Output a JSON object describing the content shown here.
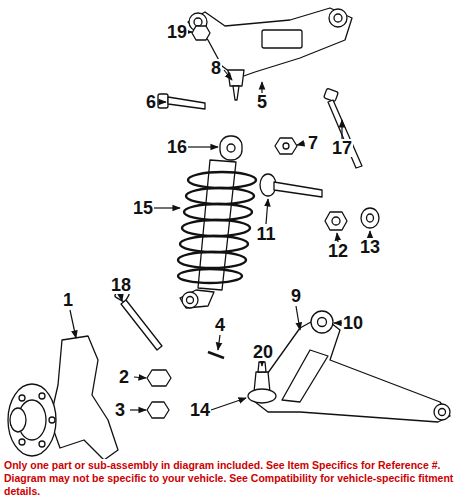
{
  "diagram": {
    "labels": [
      "19",
      "8",
      "5",
      "6",
      "16",
      "7",
      "17",
      "15",
      "11",
      "12",
      "13",
      "1",
      "18",
      "4",
      "9",
      "10",
      "20",
      "2",
      "3",
      "14",
      "Only one part or sub-assembly in diagram included. See Item Specifics for Reference #. Diagram may not be specific to your vehicle. See Compatibility for vehicle-specific fitment details."
    ]
  }
}
